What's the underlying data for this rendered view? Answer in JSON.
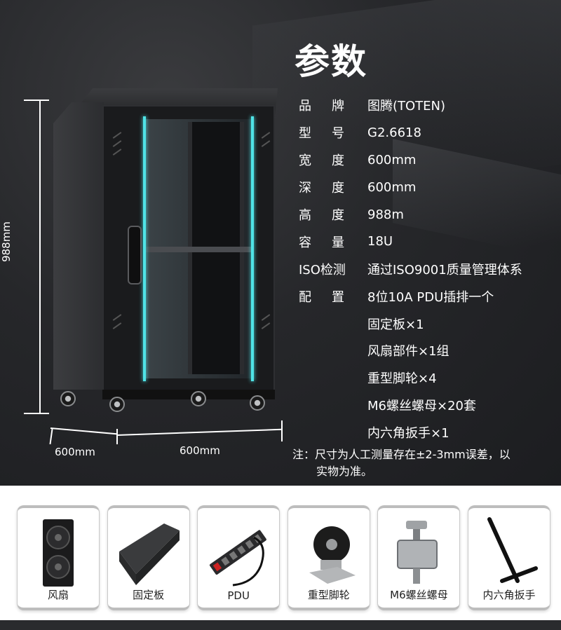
{
  "dimensions": {
    "height_label": "988mm",
    "depth_label": "600mm",
    "width_label": "600mm"
  },
  "specs": {
    "title": "参数",
    "rows": [
      {
        "label": "品牌",
        "value": "图腾(TOTEN)"
      },
      {
        "label": "型号",
        "value": "G2.6618"
      },
      {
        "label": "宽度",
        "value": "600mm"
      },
      {
        "label": "深度",
        "value": "600mm"
      },
      {
        "label": "高度",
        "value": "988m"
      },
      {
        "label": "容量",
        "value": "18U"
      },
      {
        "label": "ISO检测",
        "value": "通过ISO9001质量管理体系"
      },
      {
        "label": "配置",
        "value": "8位10A PDU插排一个"
      },
      {
        "label": "",
        "value": "固定板×1"
      },
      {
        "label": "",
        "value": "风扇部件×1组"
      },
      {
        "label": "",
        "value": "重型脚轮×4"
      },
      {
        "label": "",
        "value": "M6螺丝螺母×20套"
      },
      {
        "label": "",
        "value": "内六角扳手×1"
      }
    ],
    "note_line1": "注：尺寸为人工测量存在±2-3mm误差，以",
    "note_line2": "实物为准。"
  },
  "accessories": [
    {
      "label": "风扇",
      "icon": "fan-unit-icon"
    },
    {
      "label": "固定板",
      "icon": "fixed-shelf-icon"
    },
    {
      "label": "PDU",
      "icon": "pdu-strip-icon"
    },
    {
      "label": "重型脚轮",
      "icon": "caster-wheel-icon"
    },
    {
      "label": "M6螺丝螺母",
      "icon": "cage-nut-icon"
    },
    {
      "label": "内六角扳手",
      "icon": "hex-key-icon"
    }
  ],
  "colors": {
    "background_dark": "#26272a",
    "led_accent": "#4fe3e6",
    "text_light": "#ffffff"
  }
}
